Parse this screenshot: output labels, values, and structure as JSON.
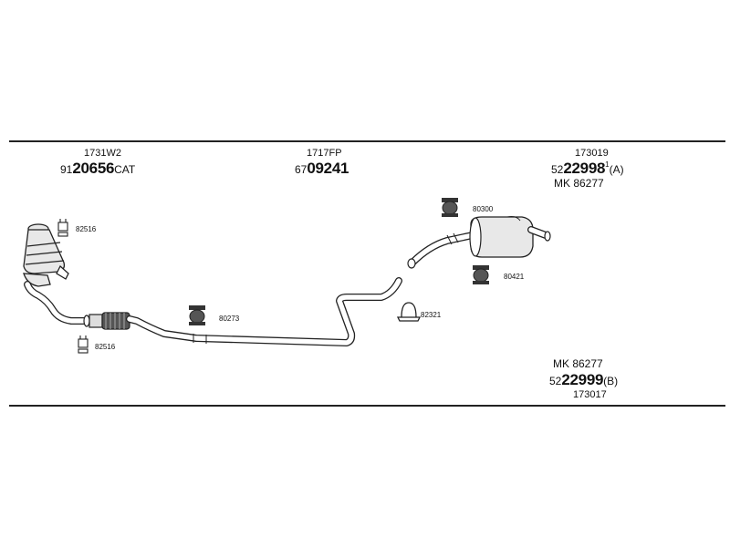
{
  "sections": {
    "left": {
      "code": "1731W2",
      "number_prefix": "91",
      "number_main": "20656",
      "number_suffix": "CAT"
    },
    "middle": {
      "code": "1717FP",
      "number_prefix": "67",
      "number_main": "09241"
    },
    "right_top": {
      "code": "173019",
      "number_prefix": "52",
      "number_main": "22998",
      "number_sup": "1",
      "number_suffix": "(A)",
      "mk": "MK 86277"
    },
    "right_bottom": {
      "mk": "MK 86277",
      "number_prefix": "52",
      "number_main": "22999",
      "number_suffix": "(B)",
      "code": "173017"
    }
  },
  "parts": {
    "clamp_top": "82516",
    "clamp_bottom": "82516",
    "hanger_mid": "80273",
    "clamp_mid": "82321",
    "hanger_top_right": "80300",
    "hanger_bottom_right": "80421"
  },
  "colors": {
    "line": "#222222",
    "fill": "#e8e8e8",
    "dark": "#333333"
  }
}
